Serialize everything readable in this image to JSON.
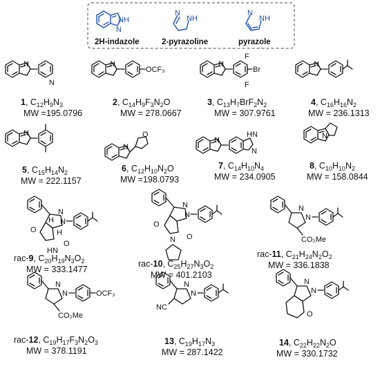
{
  "scaffolds": [
    "2H-indazole",
    "2-pyrazoline",
    "pyrazole"
  ],
  "compounds": [
    {
      "id": "1",
      "formula_prefix": ", C",
      "sub1": "12",
      "f2": "H",
      "sub2": "9",
      "f3": "N",
      "sub3": "3",
      "mw": "MW =195.0796"
    },
    {
      "id": "2",
      "formula_prefix": ", C",
      "sub1": "14",
      "f2": "H",
      "sub2": "9",
      "f3": "F",
      "sub3": "3",
      "f4": "N",
      "sub4": "2",
      "f5": "O",
      "mw": "MW = 278.0667"
    },
    {
      "id": "3",
      "formula_prefix": ", C",
      "sub1": "13",
      "f2": "H",
      "sub2": "7",
      "f3": "BrF",
      "sub3": "2",
      "f4": "N",
      "sub4": "2",
      "mw": "MW = 307.9761"
    },
    {
      "id": "4",
      "formula_prefix": ", C",
      "sub1": "16",
      "f2": "H",
      "sub2": "16",
      "f3": "N",
      "sub3": "2",
      "mw": "MW = 236.1313"
    },
    {
      "id": "5",
      "formula_prefix": ", C",
      "sub1": "15",
      "f2": "H",
      "sub2": "14",
      "f3": "N",
      "sub3": "2",
      "mw": "MW = 222.1157"
    },
    {
      "id": "6",
      "formula_prefix": ", C",
      "sub1": "12",
      "f2": "H",
      "sub2": "10",
      "f3": "N",
      "sub3": "2",
      "f4": "O",
      "mw": "MW =198.0793"
    },
    {
      "id": "7",
      "formula_prefix": ", C",
      "sub1": "14",
      "f2": "H",
      "sub2": "10",
      "f3": "N",
      "sub3": "4",
      "mw": "MW = 234.0905"
    },
    {
      "id": "8",
      "formula_prefix": ", C",
      "sub1": "10",
      "f2": "H",
      "sub2": "10",
      "f3": "N",
      "sub3": "2",
      "mw": "MW = 158.0844"
    },
    {
      "prefix": "rac-",
      "id": "9",
      "formula_prefix": ", C",
      "sub1": "20",
      "f2": "H",
      "sub2": "19",
      "f3": "N",
      "sub3": "3",
      "f4": "O",
      "sub4": "2",
      "mw": "MW = 333.1477"
    },
    {
      "prefix": "rac-",
      "id": "10",
      "formula_prefix": ", C",
      "sub1": "25",
      "f2": "H",
      "sub2": "27",
      "f3": "N",
      "sub3": "3",
      "f4": "O",
      "sub4": "2",
      "mw": "MW = 401.2103"
    },
    {
      "prefix": "rac-",
      "id": "11",
      "formula_prefix": ", C",
      "sub1": "21",
      "f2": "H",
      "sub2": "24",
      "f3": "N",
      "sub3": "2",
      "f4": "O",
      "sub4": "2",
      "mw": "MW = 336.1838"
    },
    {
      "prefix": "rac-",
      "id": "12",
      "formula_prefix": ", C",
      "sub1": "19",
      "f2": "H",
      "sub2": "17",
      "f3": "F",
      "sub3": "3",
      "f4": "N",
      "sub4": "2",
      "f5": "O",
      "sub5": "3",
      "mw": "MW = 378.1191"
    },
    {
      "id": "13",
      "formula_prefix": ", C",
      "sub1": "19",
      "f2": "H",
      "sub2": "17",
      "f3": "N",
      "sub3": "3",
      "mw": "MW = 287.1422"
    },
    {
      "id": "14",
      "formula_prefix": ", C",
      "sub1": "22",
      "f2": "H",
      "sub2": "22",
      "f3": "N",
      "sub3": "2",
      "f4": "O",
      "mw": "MW = 330.1732"
    }
  ]
}
